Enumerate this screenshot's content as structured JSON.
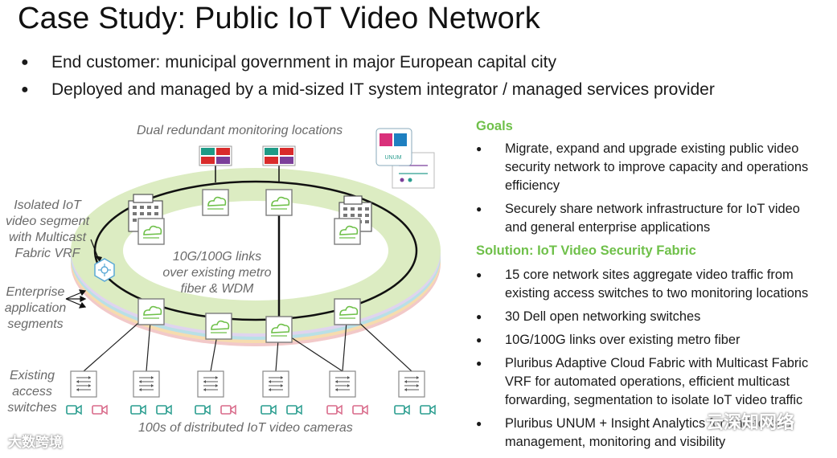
{
  "title": "Case Study: Public IoT Video Network",
  "intro_bullets": [
    "End customer: municipal government in major European capital city",
    "Deployed and managed by a mid-sized IT system integrator / managed services provider"
  ],
  "diagram": {
    "monitoring_label": "Dual redundant monitoring locations",
    "isolated_label": [
      "Isolated IoT",
      "video segment",
      "with Multicast",
      "Fabric VRF"
    ],
    "enterprise_label": [
      "Enterprise",
      "application",
      "segments"
    ],
    "ring_label": [
      "10G/100G links",
      "over existing metro",
      "fiber & WDM"
    ],
    "access_label": [
      "Existing",
      "access",
      "switches"
    ],
    "cameras_label": "100s of distributed IoT video cameras",
    "unum_label": "UNUM"
  },
  "goals": {
    "heading": "Goals",
    "items": [
      [
        "Migrate, expand and upgrade existing public video",
        "security network to improve capacity and operations",
        "efficiency"
      ],
      [
        "Securely share network infrastructure for IoT video",
        "and general enterprise applications"
      ]
    ]
  },
  "solution": {
    "heading": "Solution: IoT Video Security Fabric",
    "items": [
      [
        "15 core network sites aggregate video traffic from",
        "existing access switches to two monitoring locations"
      ],
      [
        "30 Dell open networking switches"
      ],
      [
        "10G/100G links over existing metro fiber"
      ],
      [
        "Pluribus Adaptive Cloud Fabric with Multicast Fabric",
        "VRF for automated operations, efficient multicast",
        "forwarding, segmentation to isolate IoT video traffic"
      ],
      [
        "Pluribus UNUM + Insight Analytics for end-to-end",
        "management, monitoring and visibility"
      ]
    ]
  },
  "watermarks": {
    "left": "大数跨境",
    "right": "云深知网络"
  },
  "colors": {
    "accent_green": "#6fc04a",
    "ring_green": "#dcecc2",
    "monitor_teal": "#1e9a86",
    "monitor_red": "#d92b2b",
    "monitor_purple": "#7b3f9a",
    "camera_teal": "#2a9d8f",
    "camera_pink": "#d96a8a"
  }
}
